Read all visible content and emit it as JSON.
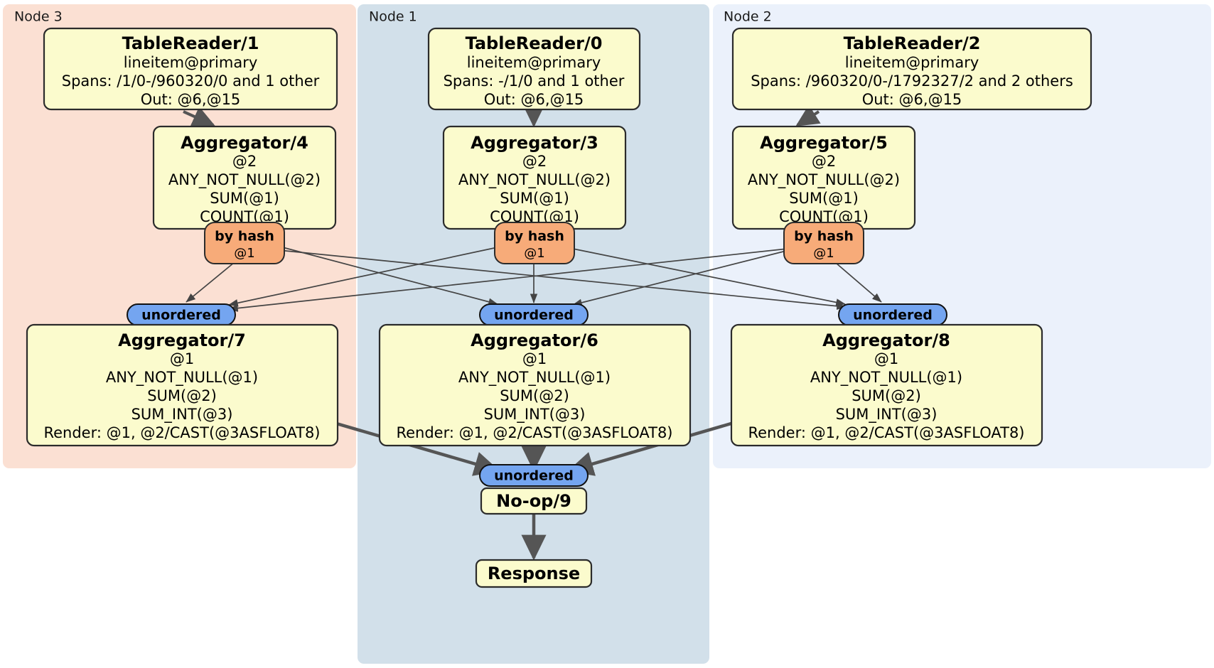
{
  "diagram": {
    "kind": "distributed-query-plan",
    "colors": {
      "node3_panel": "#fbe0d3",
      "node1_panel": "#d2e0ea",
      "node2_panel": "#ebf1fb",
      "processor_fill": "#fbfbcd",
      "processor_stroke": "#2b2b2b",
      "hash_router_fill": "#f7ab79",
      "unordered_fill": "#74a5f0",
      "edge_thin": "#444444",
      "edge_thick": "#555555",
      "text": "#000000"
    },
    "panels": [
      {
        "id": "node3",
        "label": "Node 3"
      },
      {
        "id": "node1",
        "label": "Node 1"
      },
      {
        "id": "node2",
        "label": "Node 2"
      }
    ],
    "processors": {
      "table_reader_1": {
        "title": "TableReader/1",
        "lines": [
          "lineitem@primary",
          "Spans: /1/0-/960320/0 and 1 other",
          "Out: @6,@15"
        ]
      },
      "table_reader_0": {
        "title": "TableReader/0",
        "lines": [
          "lineitem@primary",
          "Spans: -/1/0 and 1 other",
          "Out: @6,@15"
        ]
      },
      "table_reader_2": {
        "title": "TableReader/2",
        "lines": [
          "lineitem@primary",
          "Spans: /960320/0-/1792327/2 and 2 others",
          "Out: @6,@15"
        ]
      },
      "aggregator_4": {
        "title": "Aggregator/4",
        "lines": [
          "@2",
          "ANY_NOT_NULL(@2)",
          "SUM(@1)",
          "COUNT(@1)"
        ]
      },
      "aggregator_3": {
        "title": "Aggregator/3",
        "lines": [
          "@2",
          "ANY_NOT_NULL(@2)",
          "SUM(@1)",
          "COUNT(@1)"
        ]
      },
      "aggregator_5": {
        "title": "Aggregator/5",
        "lines": [
          "@2",
          "ANY_NOT_NULL(@2)",
          "SUM(@1)",
          "COUNT(@1)"
        ]
      },
      "aggregator_7": {
        "title": "Aggregator/7",
        "lines": [
          "@1",
          "ANY_NOT_NULL(@1)",
          "SUM(@2)",
          "SUM_INT(@3)",
          "Render: @1, @2/CAST(@3ASFLOAT8)"
        ]
      },
      "aggregator_6": {
        "title": "Aggregator/6",
        "lines": [
          "@1",
          "ANY_NOT_NULL(@1)",
          "SUM(@2)",
          "SUM_INT(@3)",
          "Render: @1, @2/CAST(@3ASFLOAT8)"
        ]
      },
      "aggregator_8": {
        "title": "Aggregator/8",
        "lines": [
          "@1",
          "ANY_NOT_NULL(@1)",
          "SUM(@2)",
          "SUM_INT(@3)",
          "Render: @1, @2/CAST(@3ASFLOAT8)"
        ]
      },
      "no_op_9": {
        "title": "No-op/9",
        "lines": []
      },
      "response": {
        "title": "Response",
        "lines": []
      }
    },
    "routers": {
      "by_hash_left": {
        "label": "by hash",
        "sub": "@1"
      },
      "by_hash_center": {
        "label": "by hash",
        "sub": "@1"
      },
      "by_hash_right": {
        "label": "by hash",
        "sub": "@1"
      }
    },
    "synchronizers": {
      "unordered_left": {
        "label": "unordered"
      },
      "unordered_center": {
        "label": "unordered"
      },
      "unordered_right": {
        "label": "unordered"
      },
      "unordered_final": {
        "label": "unordered"
      }
    }
  }
}
